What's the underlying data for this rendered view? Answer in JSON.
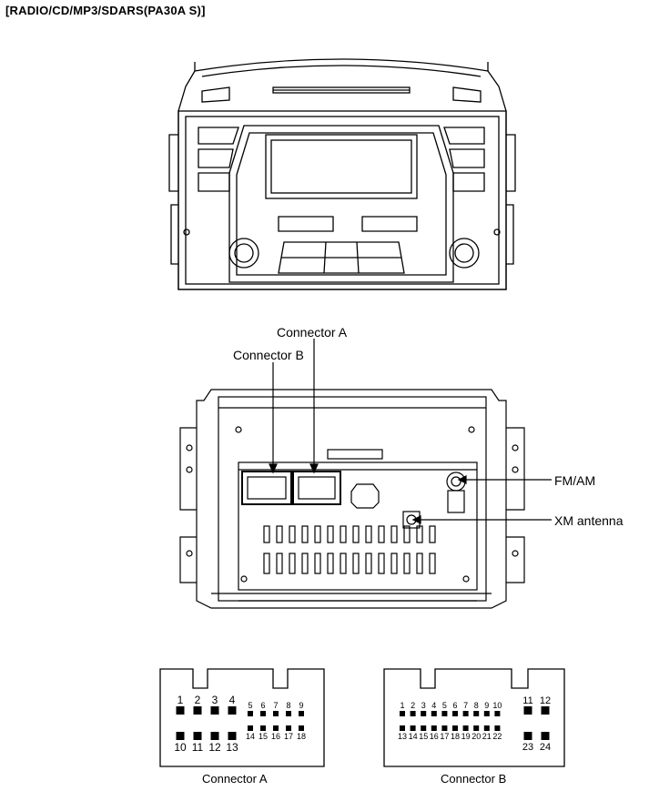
{
  "title": "[RADIO/CD/MP3/SDARS(PA30A S)]",
  "labels": {
    "connector_a_callout": "Connector A",
    "connector_b_callout": "Connector B",
    "fm_am": "FM/AM",
    "xm_antenna": "XM antenna",
    "connector_a_caption": "Connector A",
    "connector_b_caption": "Connector B"
  },
  "connector_a": {
    "large_top": [
      "1",
      "2",
      "3",
      "4"
    ],
    "large_bottom": [
      "10",
      "11",
      "12",
      "13"
    ],
    "small_top": [
      "5",
      "6",
      "7",
      "8",
      "9"
    ],
    "small_bottom": [
      "14",
      "15",
      "16",
      "17",
      "18"
    ]
  },
  "connector_b": {
    "small_top": [
      "1",
      "2",
      "3",
      "4",
      "5",
      "6",
      "7",
      "8",
      "9",
      "10"
    ],
    "small_bottom": [
      "13",
      "14",
      "15",
      "16",
      "17",
      "18",
      "19",
      "20",
      "21",
      "22"
    ],
    "large_top": [
      "11",
      "12"
    ],
    "large_bottom": [
      "23",
      "24"
    ]
  }
}
